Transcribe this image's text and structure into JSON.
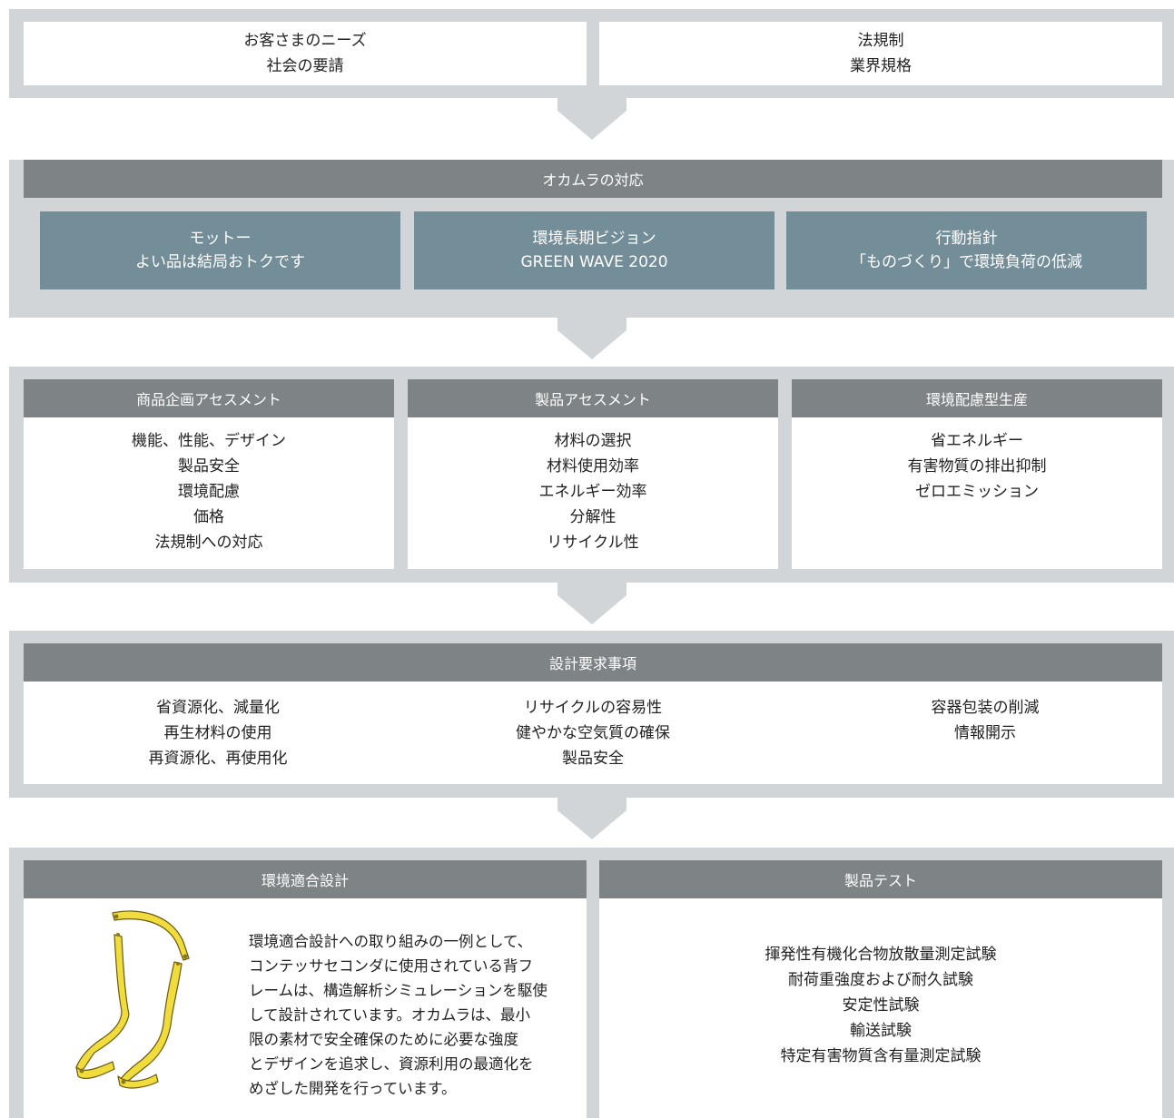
{
  "top": {
    "left_lines": [
      "お客さまのニーズ",
      "社会の要請"
    ],
    "right_lines": [
      "法規制",
      "業界規格"
    ]
  },
  "okamura": {
    "header": "オカムラの対応",
    "boxes": [
      {
        "line1": "モットー",
        "line2": "よい品は結局おトクです"
      },
      {
        "line1": "環境長期ビジョン",
        "line2": "GREEN WAVE 2020"
      },
      {
        "line1": "行動指針",
        "line2": "「ものづくり」で環境負荷の低減"
      }
    ]
  },
  "assessments": [
    {
      "header": "商品企画アセスメント",
      "items": [
        "機能、性能、デザイン",
        "製品安全",
        "環境配慮",
        "価格",
        "法規制への対応"
      ]
    },
    {
      "header": "製品アセスメント",
      "items": [
        "材料の選択",
        "材料使用効率",
        "エネルギー効率",
        "分解性",
        "リサイクル性"
      ]
    },
    {
      "header": "環境配慮型生産",
      "items": [
        "省エネルギー",
        "有害物質の排出抑制",
        "ゼロエミッション"
      ]
    }
  ],
  "design_requirements": {
    "header": "設計要求事項",
    "columns": [
      [
        "省資源化、減量化",
        "再生材料の使用",
        "再資源化、再使用化"
      ],
      [
        "リサイクルの容易性",
        "健やかな空気質の確保",
        "製品安全"
      ],
      [
        "容器包装の削減",
        "情報開示"
      ]
    ]
  },
  "eco_design": {
    "header": "環境適合設計",
    "text_lines": [
      "環境適合設計への取り組みの一例として、",
      "コンテッサセコンダに使用されている背フ",
      "レームは、構造解析シミュレーションを駆使",
      "して設計されています。オカムラは、最小",
      "限の素材で安全確保のために必要な強度",
      "とデザインを追求し、資源利用の最適化を",
      "めざした開発を行っています。"
    ]
  },
  "product_test": {
    "header": "製品テスト",
    "items": [
      "揮発性有機化合物放散量測定試験",
      "耐荷重強度および耐久試験",
      "安定性試験",
      "輸送試験",
      "特定有害物質含有量測定試験"
    ]
  },
  "colors": {
    "band": "#d2d5d7",
    "header": "#7e8385",
    "teal": "#738d99",
    "frame_yellow": "#f0dc3c"
  }
}
